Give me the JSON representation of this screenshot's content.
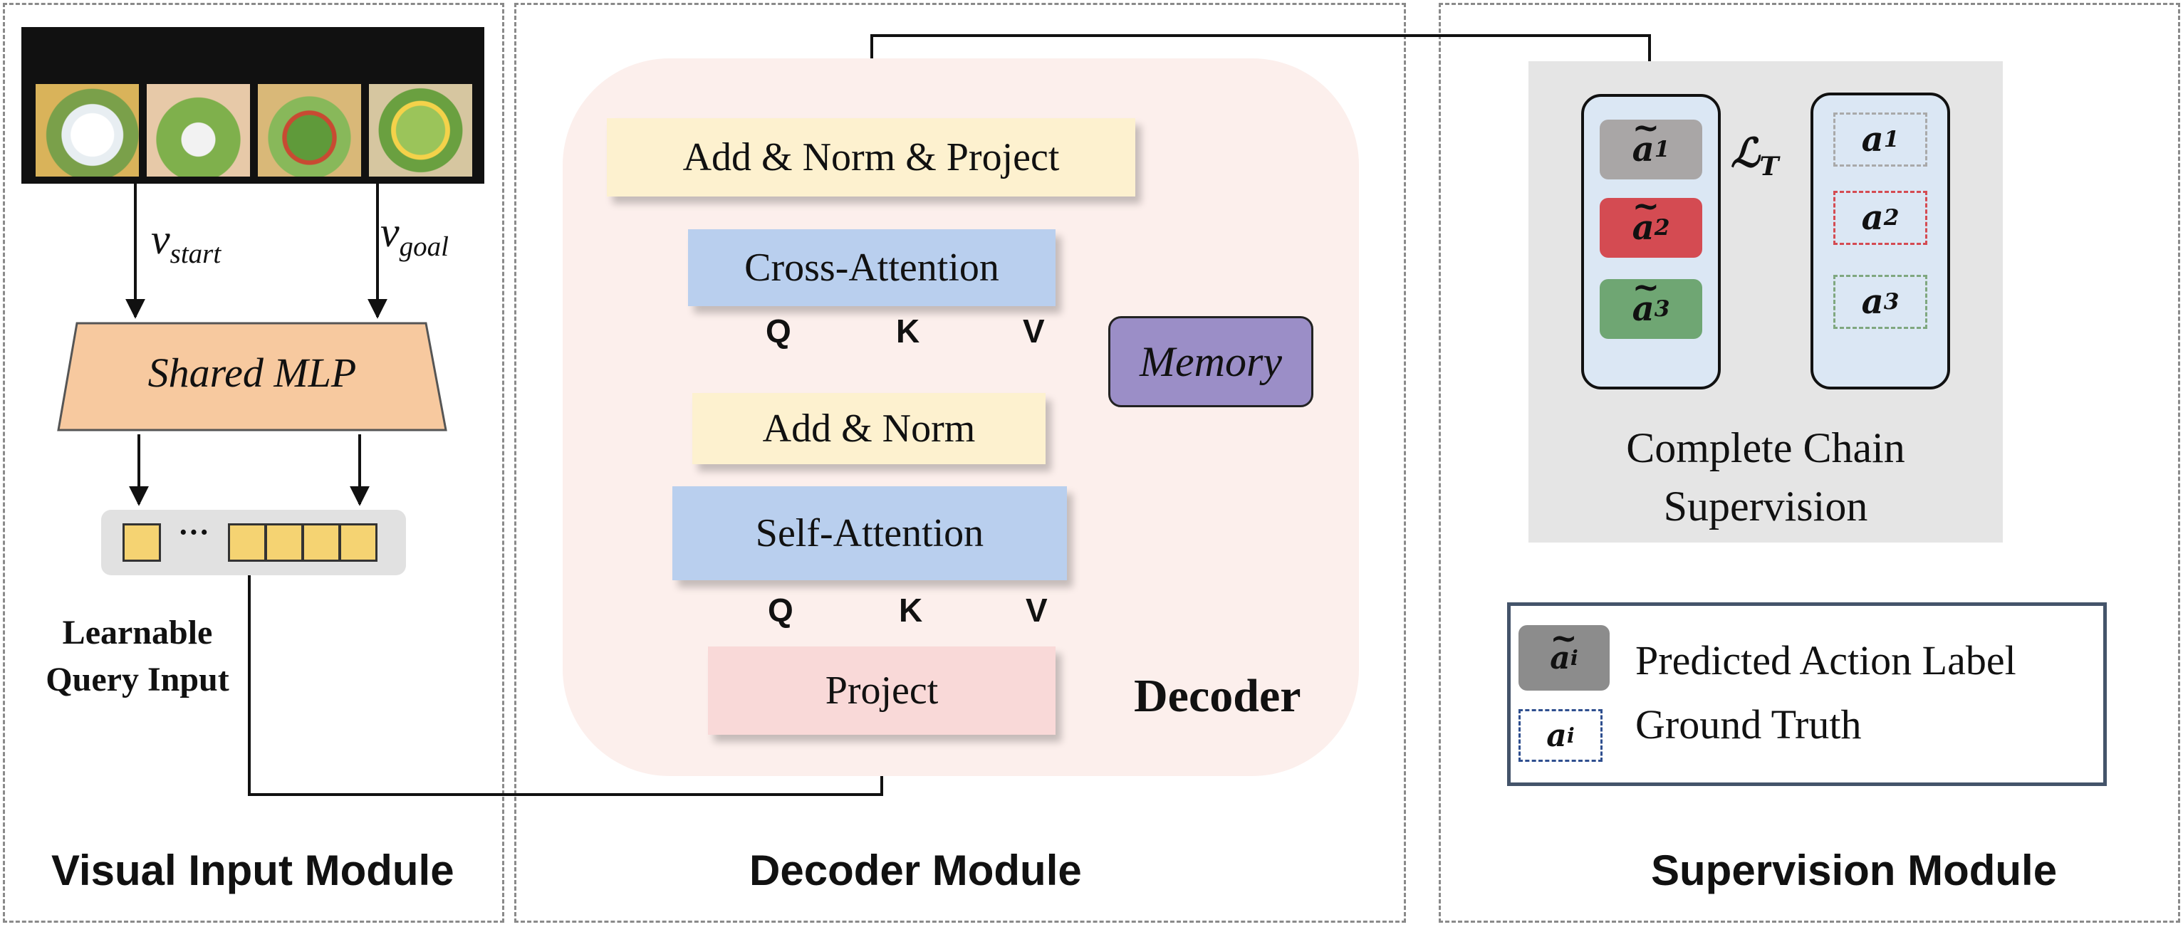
{
  "modules": {
    "visual_input": "Visual Input Module",
    "decoder": "Decoder Module",
    "supervision": "Supervision Module"
  },
  "visual": {
    "v_start": "v",
    "v_start_sub": "start",
    "v_goal": "v",
    "v_goal_sub": "goal",
    "shared_mlp": "Shared MLP",
    "ellipsis": "···",
    "learnable_line1": "Learnable",
    "learnable_line2": "Query Input"
  },
  "decoder": {
    "add_norm_project": "Add & Norm & Project",
    "cross_attention": "Cross-Attention",
    "memory": "Memory",
    "add_norm": "Add & Norm",
    "self_attention": "Self-Attention",
    "project": "Project",
    "decoder_label": "Decoder",
    "q": "Q",
    "k": "K",
    "v": "V"
  },
  "supervision": {
    "pred_1": "a",
    "pred_2": "a",
    "pred_3": "a",
    "gt_1": "a",
    "gt_2": "a",
    "gt_3": "a",
    "sub_1": "1",
    "sub_2": "2",
    "sub_3": "3",
    "loss": "ℒ",
    "loss_sub": "T",
    "chain_line1": "Complete Chain",
    "chain_line2": "Supervision",
    "legend_pred_symbol": "a",
    "legend_gt_symbol": "a",
    "legend_sub": "i",
    "legend_pred": "Predicted Action Label",
    "legend_gt": "Ground Truth"
  },
  "colors": {
    "film": "#111111",
    "mlp": "#f7c99f",
    "token": "#f5d372",
    "decoder_bg": "#fcefec",
    "yellow_box": "#fdf1cf",
    "blue_box": "#b9cfee",
    "pink_box": "#f9d9d8",
    "memory": "#9b8ec7",
    "chain_bg": "#e5e5e5",
    "chain_col": "#dbe7f4",
    "pred_gray": "#a9a6a6",
    "pred_red": "#d44b52",
    "pred_green": "#6fa673",
    "gt_dash_gray": "#a9a9a9",
    "gt_dash_red": "#d44b52",
    "gt_dash_green": "#7fa77f",
    "legend_border": "#44546a",
    "legend_dash": "#2f4f8f"
  }
}
